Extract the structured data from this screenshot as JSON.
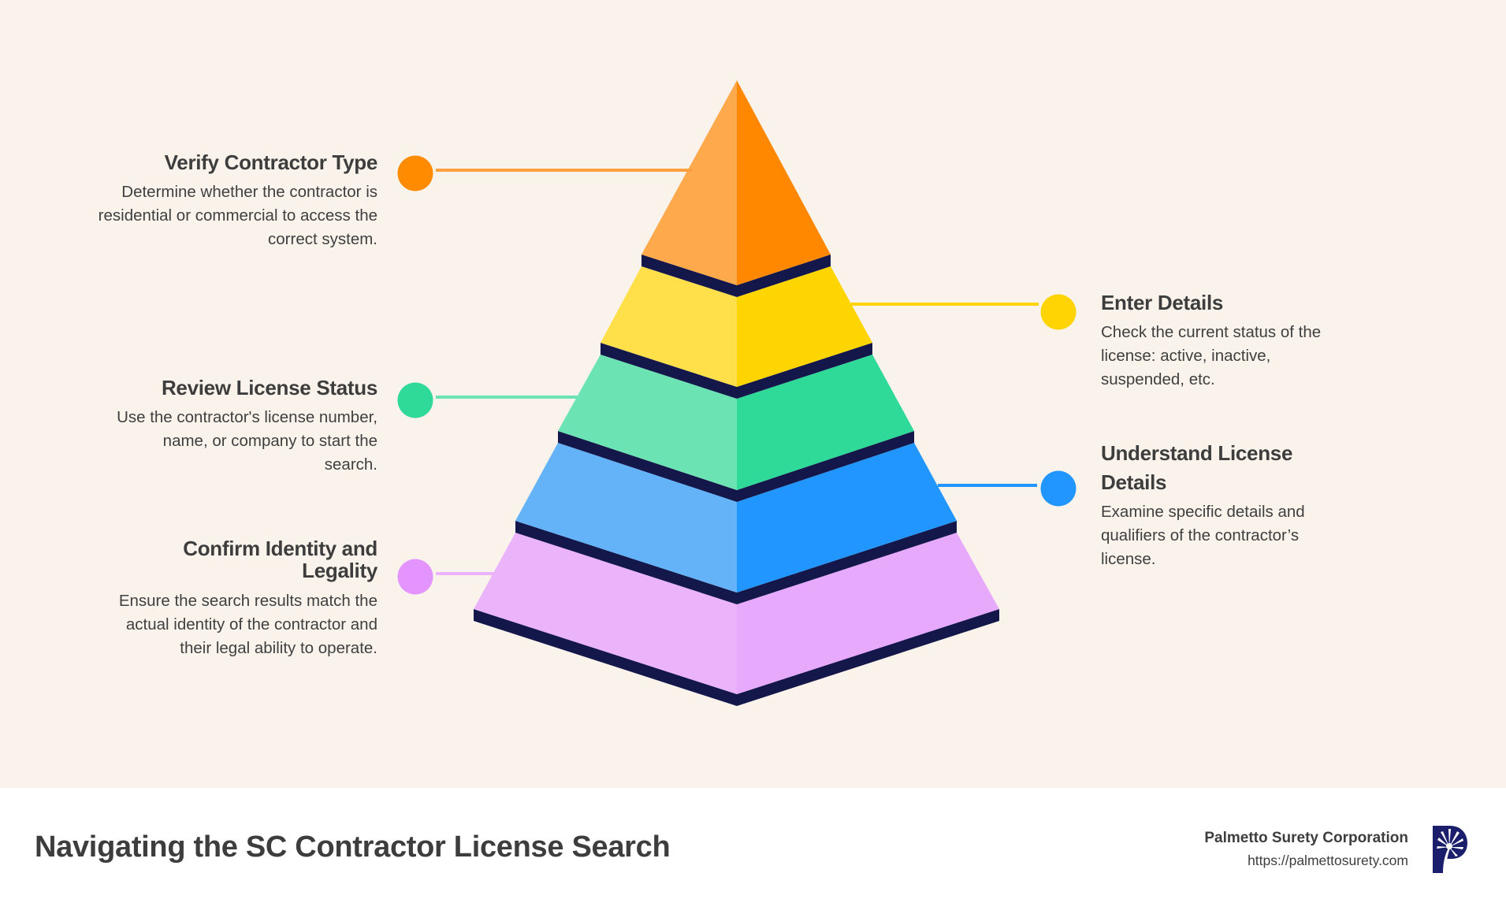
{
  "diagram": {
    "type": "pyramid",
    "background_color": "#faf3ec",
    "band_color": "#13174a",
    "levels": [
      {
        "id": "top",
        "title": "Verify Contractor Type",
        "description": "Determine whether the contractor is residential or commercial to access the correct system.",
        "side": "left",
        "color_light": "#ffa94d",
        "color_dark": "#ff8800",
        "dot_color": "#ff8c00",
        "line_color": "#ffa040"
      },
      {
        "id": "second",
        "title": "Enter Details",
        "description": "Check the current status of the license: active, inactive, suspended, etc.",
        "side": "right",
        "color_light": "#ffdf4a",
        "color_dark": "#ffd500",
        "dot_color": "#ffd400",
        "line_color": "#ffd400"
      },
      {
        "id": "third",
        "title": "Review License Status",
        "description": "Use the contractor's license number, name, or company to start the search.",
        "side": "left",
        "color_light": "#6be3b3",
        "color_dark": "#2fd997",
        "dot_color": "#2fd997",
        "line_color": "#6be3b3"
      },
      {
        "id": "fourth",
        "title": "Understand License Details",
        "description": "Examine specific details and qualifiers of the contractor’s license.",
        "side": "right",
        "color_light": "#64b3f8",
        "color_dark": "#2196fe",
        "dot_color": "#2196fe",
        "line_color": "#2196fe"
      },
      {
        "id": "base",
        "title": "Confirm Identity and Legality",
        "description": "Ensure the search results match the actual identity of the contractor and their legal ability to operate.",
        "side": "left",
        "color_light": "#ebb4fa",
        "color_dark": "#e6a9fb",
        "dot_color": "#e394ff",
        "line_color": "#ebb4fa"
      }
    ]
  },
  "footer": {
    "title": "Navigating the SC Contractor License Search",
    "brand_name": "Palmetto Surety Corporation",
    "brand_url": "https://palmettosurety.com",
    "logo_icon": "palmetto-p-logo-icon",
    "logo_color": "#1b1f6b"
  }
}
